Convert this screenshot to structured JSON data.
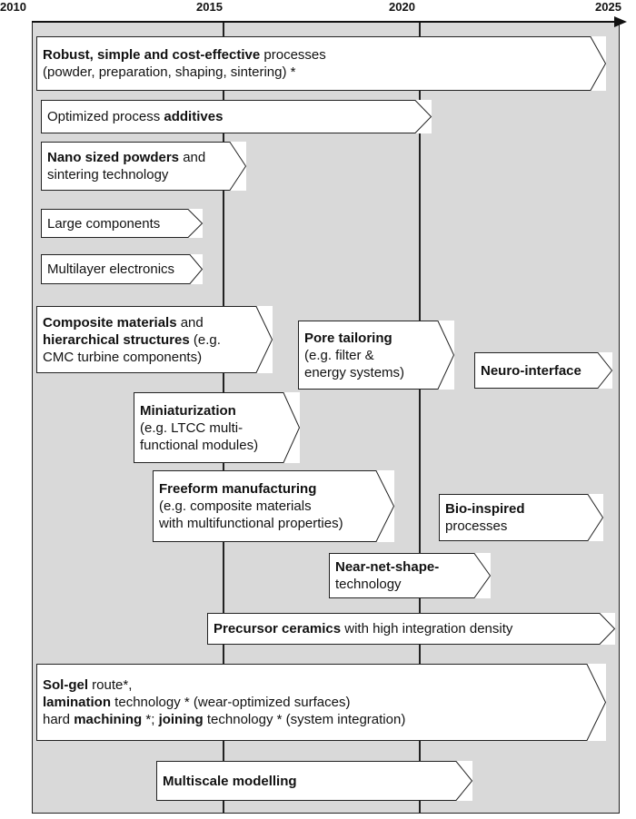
{
  "timeline": {
    "years": [
      "2010",
      "2015",
      "2020",
      "2025"
    ]
  },
  "boxes": {
    "robust": {
      "line1_bold": "Robust, simple and cost-effective",
      "line1_rest": " processes",
      "line2": "(powder, preparation, shaping, sintering) *"
    },
    "additives": {
      "line1_pre": "Optimized process ",
      "line1_bold": "additives"
    },
    "nano": {
      "line1_bold": "Nano sized powders",
      "line1_rest": " and",
      "line2": "sintering technology"
    },
    "large": {
      "line1": "Large components"
    },
    "multilayer": {
      "line1": "Multilayer electronics"
    },
    "composite": {
      "line1_bold": "Composite materials",
      "line1_rest": " and",
      "line2_bold": "hierarchical structures",
      "line2_rest": " (e.g.",
      "line3": "CMC turbine components)"
    },
    "pore": {
      "line1_bold": "Pore tailoring",
      "line2": "(e.g. filter &",
      "line3": "energy systems)"
    },
    "neuro": {
      "line1_bold": "Neuro-interface"
    },
    "miniaturization": {
      "line1_bold": "Miniaturization",
      "line2": "(e.g. LTCC multi-",
      "line3": "functional modules)"
    },
    "freeform": {
      "line1_bold": "Freeform manufacturing",
      "line2": "(e.g. composite materials",
      "line3": "with multifunctional properties)"
    },
    "bio": {
      "line1_bold": "Bio-inspired",
      "line2": "processes"
    },
    "nearnet": {
      "line1_bold": "Near-net-shape-",
      "line2": "technology"
    },
    "precursor": {
      "line1_bold": "Precursor ceramics",
      "line1_rest": " with high integration density"
    },
    "solgel": {
      "line1_bold": "Sol-gel",
      "line1_rest": " route*,",
      "line2_bold": "lamination",
      "line2_rest": " technology * (wear-optimized surfaces)",
      "line3_pre": "hard ",
      "line3_bold": "machining",
      "line3_mid": " *; ",
      "line3_bold2": "joining",
      "line3_rest": " technology * (system integration)"
    },
    "multiscale": {
      "line1_bold": "Multiscale modelling"
    }
  }
}
